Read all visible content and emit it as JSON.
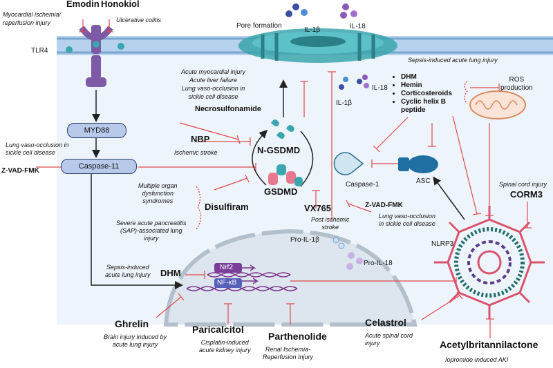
{
  "drugs": {
    "emodin": "Emodin",
    "honokiol": "Honokiol",
    "necrosulfonamide": "Necrosulfonamide",
    "nbp": "NBP",
    "zvad_left": "Z-VAD-FMK",
    "disulfiram": "Disulfiram",
    "dhm_nucleus": "DHM",
    "vx765": "VX765",
    "zvad_mid": "Z-VAD-FMK",
    "corm3": "CORM3",
    "ghrelin": "Ghrelin",
    "paricalcitol": "Paricalcitol",
    "parthenolide": "Parthenolide",
    "celastrol": "Celastrol",
    "acetylbritannilactone": "Acetylbritannilactone"
  },
  "drug_list": [
    "DHM",
    "Hemin",
    "Corticosteroids",
    "Cyclic helix B peptide"
  ],
  "diseases": {
    "emodin": "Myocardial ischemia/\nreperfusion injury",
    "honokiol": "Ulcerative colitis",
    "gsdmd_top": "Acute myocardial injury\nAcute liver failure\nLung vaso-occlusion in\nsickle cell disease",
    "nbp": "Ischemic stroke",
    "caspase11": "Lung vaso-occlusion in\nsickle cell disease",
    "disulfiram_1": "Multiple organ\ndysfunction\nsyndromes",
    "disulfiram_2": "Severe acute pancreatitis\n(SAP)-associated lung\ninjury",
    "dhm_nucleus": "Sepsis-induced\nacute lung injury",
    "sepsis_top": "Sepsis-induced acute lung injury",
    "vx765": "Post ischemic\nstroke",
    "zvad_mid": "Lung vaso-occlusion\nin sickle cell disease",
    "corm3": "Spinal cord injury",
    "ghrelin": "Brain injury induced by\nacute lung injury",
    "paricalcitol": "Cisplatin-induced\nacute kidney injury",
    "parthenolide": "Renal Ischemia-\nReperfusion Injury",
    "celastrol": "Acute spinal cord\ninjury",
    "acetylbritannilactone": "Iopromide-induced AKI"
  },
  "labels": {
    "tlr4": "TLR4",
    "myd88": "MYD88",
    "caspase11": "Caspase-11",
    "pore": "Pore formation",
    "il1b_top": "IL-1β",
    "il18_top": "IL-18",
    "il1b_mid": "IL-1β",
    "il18_mid": "IL-18",
    "n_gsdmd": "N-GSDMD",
    "gsdmd": "GSDMD",
    "caspase1": "Caspase-1",
    "asc": "ASC",
    "ros": "ROS\nproduction",
    "nlrp3": "NLRP3",
    "pro_il1b": "Pro-IL-1β",
    "pro_il18": "Pro-IL-18",
    "nrf2": "Nrf2",
    "nfkb": "NF-κB"
  },
  "colors": {
    "inhibit": "#e04848",
    "membrane": "#8fb8de",
    "cell_fill": "#eef4fb",
    "gsdmd_teal": "#3aa6ad",
    "nlrp3_ring": "#d9536d",
    "receptor": "#7c5aa6"
  }
}
